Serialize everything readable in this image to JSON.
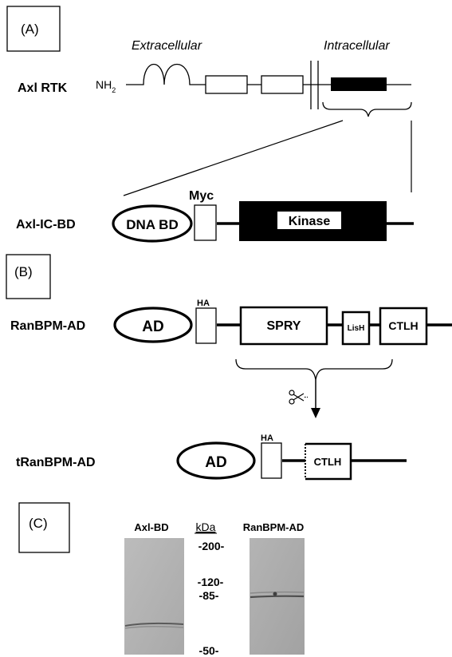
{
  "panel_a": {
    "panel_label": "(A)",
    "title_extracellular": "Extracellular",
    "title_intracellular": "Intracellular",
    "receptor_label": "Axl RTK",
    "nh2_main": "NH",
    "nh2_sub": "2",
    "construct_label": "Axl-IC-BD",
    "dna_bd": "DNA BD",
    "myc": "Myc",
    "kinase": "Kinase"
  },
  "panel_b": {
    "panel_label": "(B)",
    "construct_label": "RanBPM-AD",
    "ad": "AD",
    "ha": "HA",
    "spry": "SPRY",
    "lish": "LisH",
    "ctlh": "CTLH",
    "truncated_label": "tRanBPM-AD",
    "ad2": "AD",
    "ha2": "HA",
    "ctlh2": "CTLH",
    "scissors_icon": "scissors-icon"
  },
  "panel_c": {
    "panel_label": "(C)",
    "lane_left_label": "Axl-BD",
    "kda_label": "kDa",
    "lane_right_label": "RanBPM-AD",
    "markers": [
      "-200-",
      "-120-",
      "-85-",
      "-50-"
    ]
  }
}
